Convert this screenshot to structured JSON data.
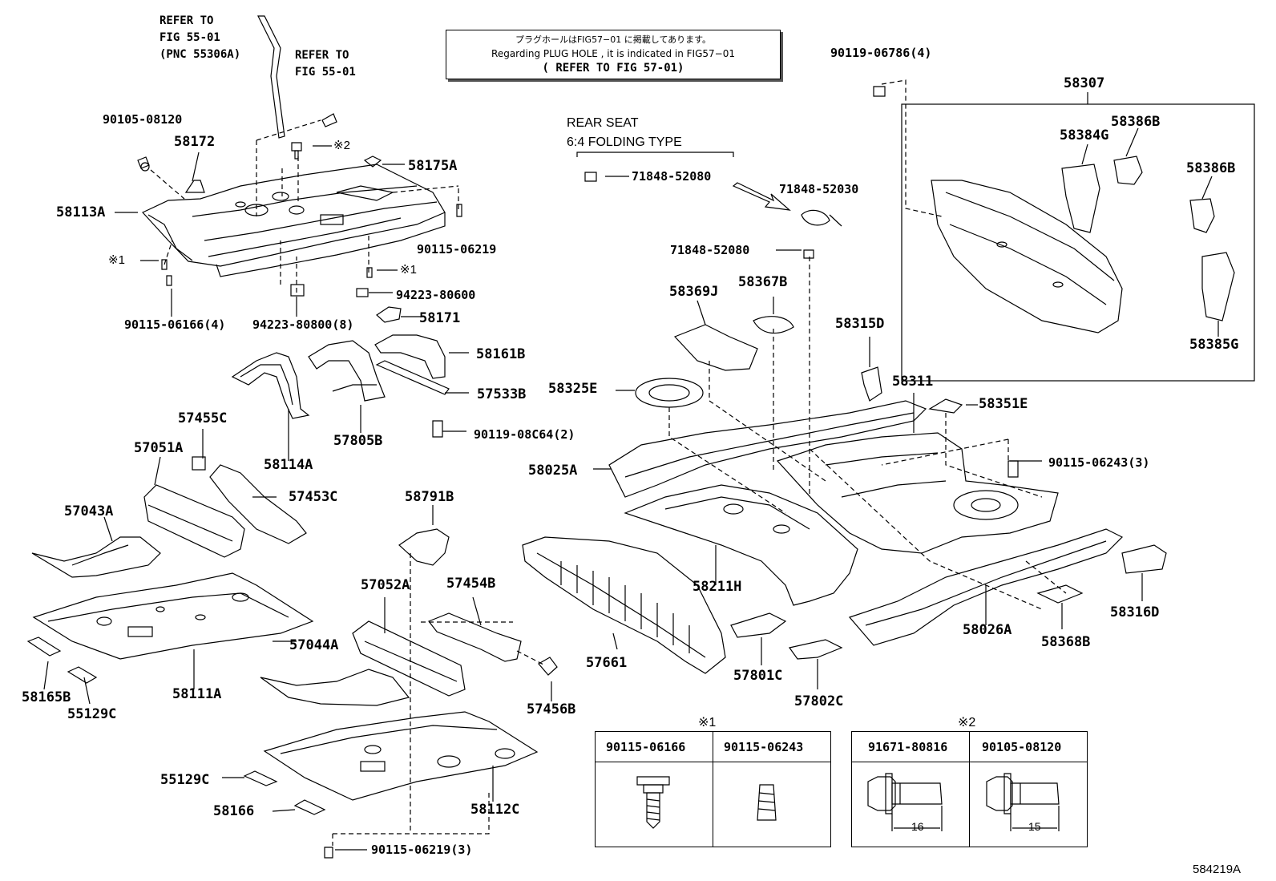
{
  "notice": {
    "line1": "プラグホールはFIG57−01 に掲載してあります。",
    "line2": "Regarding  PLUG HOLE , it is  indicated  in  FIG57−01",
    "line3": "( REFER TO FIG 57-01)"
  },
  "refer_a": [
    "REFER TO",
    "FIG 55-01",
    "(PNC 55306A)"
  ],
  "refer_b": [
    "REFER TO",
    "FIG 55-01"
  ],
  "rear_seat": [
    "REAR SEAT",
    "6:4 FOLDING TYPE"
  ],
  "labels": {
    "p90105_08120": "90105-08120",
    "p58172": "58172",
    "p58175A": "58175A",
    "p58113A": "58113A",
    "mark1_left": "※1",
    "mark2": "※2",
    "p90115_06219": "90115-06219",
    "mark1_mid": "※1",
    "p94223_80600": "94223-80600",
    "p90115_06166_4": "90115-06166(4)",
    "p94223_80800_8": "94223-80800(8)",
    "p58171": "58171",
    "p58161B": "58161B",
    "p57533B": "57533B",
    "p90119_08C64_2": "90119-08C64(2)",
    "p58114A": "58114A",
    "p57805B": "57805B",
    "p57455C": "57455C",
    "p57051A": "57051A",
    "p57453C": "57453C",
    "p57043A": "57043A",
    "p58791B": "58791B",
    "p58111A": "58111A",
    "p58165B": "58165B",
    "p55129C_a": "55129C",
    "p57052A": "57052A",
    "p57454B": "57454B",
    "p57044A": "57044A",
    "p57456B": "57456B",
    "p55129C_b": "55129C",
    "p58166": "58166",
    "p58112C": "58112C",
    "p90115_06219_3": "90115-06219(3)",
    "p71848_52080_a": "71848-52080",
    "p71848_52030": "71848-52030",
    "p71848_52080_b": "71848-52080",
    "p90119_06786_4": "90119-06786(4)",
    "p58307": "58307",
    "p58386B_a": "58386B",
    "p58384G": "58384G",
    "p58386B_b": "58386B",
    "p58385G": "58385G",
    "p58369J": "58369J",
    "p58367B": "58367B",
    "p58315D": "58315D",
    "p58325E": "58325E",
    "p58311": "58311",
    "p58351E": "58351E",
    "p58025A": "58025A",
    "p90115_06243_3": "90115-06243(3)",
    "p58211H": "58211H",
    "p57661": "57661",
    "p57801C": "57801C",
    "p57802C": "57802C",
    "p58026A": "58026A",
    "p58368B": "58368B",
    "p58316D": "58316D",
    "figure_id": "584219A"
  },
  "legend1": {
    "mark": "※1",
    "col1": "90115-06166",
    "col2": "90115-06243"
  },
  "legend2": {
    "mark": "※2",
    "col1": "91671-80816",
    "col2": "90105-08120",
    "dim1": "16",
    "dim2": "15"
  }
}
